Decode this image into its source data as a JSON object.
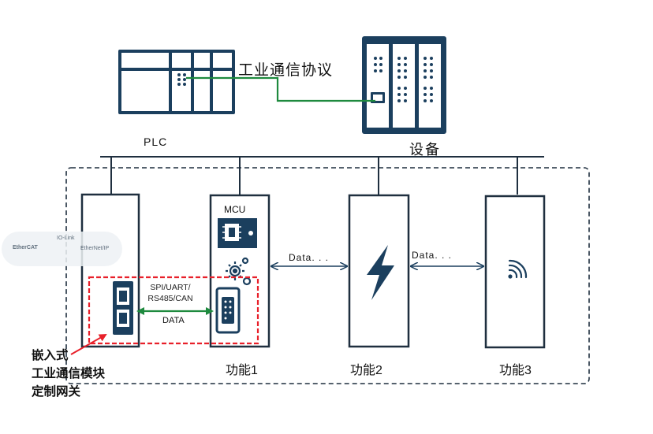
{
  "labels": {
    "protocol": "工业通信协议",
    "plc": "PLC",
    "device": "设备",
    "mcu": "MCU",
    "data_link_1": "Data. . .",
    "data_link_2": "Data. . .",
    "interfaces": "SPI/UART/ RS485/CAN",
    "data_local": "DATA",
    "function_1": "功能1",
    "function_2": "功能2",
    "function_3": "功能3",
    "embedded_line_1": "嵌入式",
    "embedded_line_2": "工业通信模块",
    "embedded_line_3": "定制网关"
  },
  "logos": [
    "EtherCAT",
    "IO-Link",
    "EtherNet/IP"
  ],
  "icons": [
    "plc-rack-icon",
    "device-rack-icon",
    "chip-icon",
    "gear-icon",
    "serial-port-icon",
    "lightning-icon",
    "wireless-icon",
    "comm-module-icon"
  ],
  "colors": {
    "primary": "#1b3f5e",
    "link": "#1e8a3e",
    "highlight": "#e8202a",
    "border": "#1f2f3f"
  }
}
